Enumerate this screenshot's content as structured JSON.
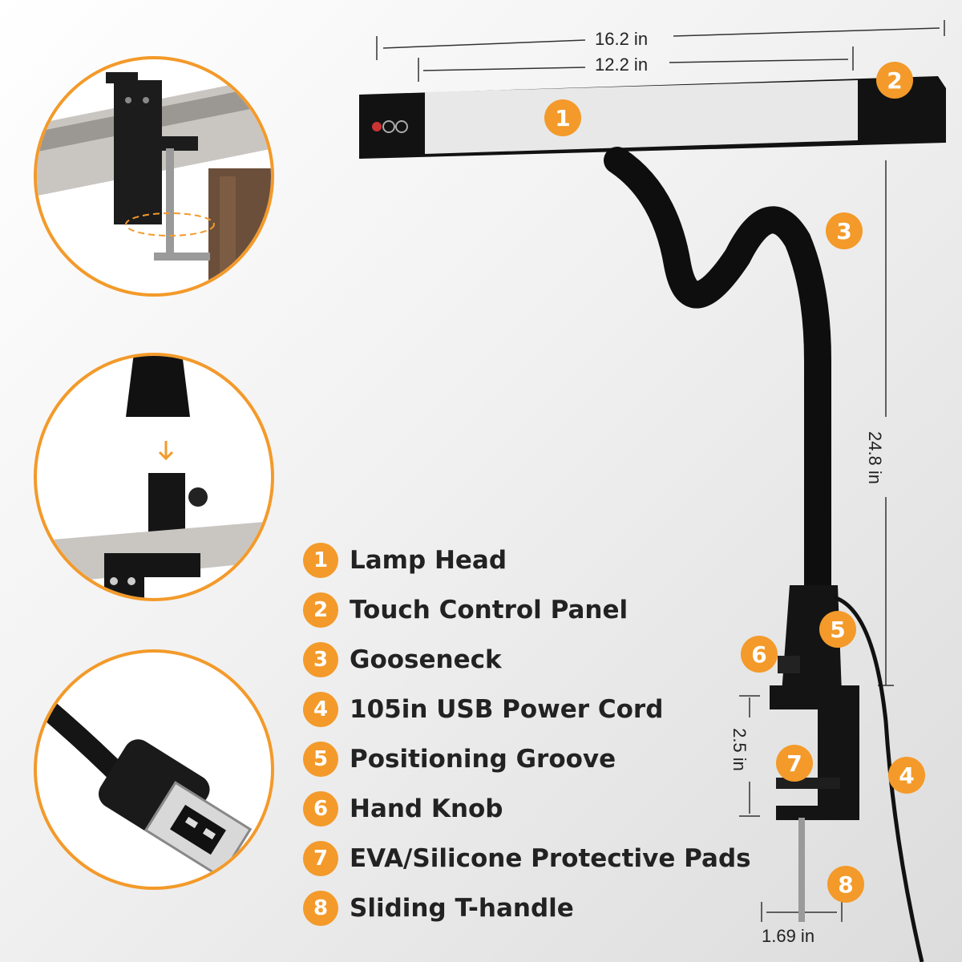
{
  "dimensions": {
    "overall_width": "16.2 in",
    "panel_width": "12.2 in",
    "height": "24.8 in",
    "clamp_height": "2.5 in",
    "handle_width": "1.69 in"
  },
  "callouts": [
    "1",
    "2",
    "3",
    "4",
    "5",
    "6",
    "7",
    "8"
  ],
  "legend": [
    {
      "num": "1",
      "label": "Lamp Head"
    },
    {
      "num": "2",
      "label": "Touch Control Panel"
    },
    {
      "num": "3",
      "label": "Gooseneck"
    },
    {
      "num": "4",
      "label": "105in USB Power Cord"
    },
    {
      "num": "5",
      "label": "Positioning Groove"
    },
    {
      "num": "6",
      "label": "Hand Knob"
    },
    {
      "num": "7",
      "label": "EVA/Silicone Protective Pads"
    },
    {
      "num": "8",
      "label": "Sliding T-handle"
    }
  ],
  "colors": {
    "accent": "#f39a2a",
    "lamp_body": "#111111",
    "light_panel": "#e9e9e9"
  },
  "icons": {
    "clamp_detail": "desk-clamp-icon",
    "mount_detail": "clamp-mount-icon",
    "usb_detail": "usb-plug-icon",
    "touch_controls": "touch-controls-icon"
  }
}
